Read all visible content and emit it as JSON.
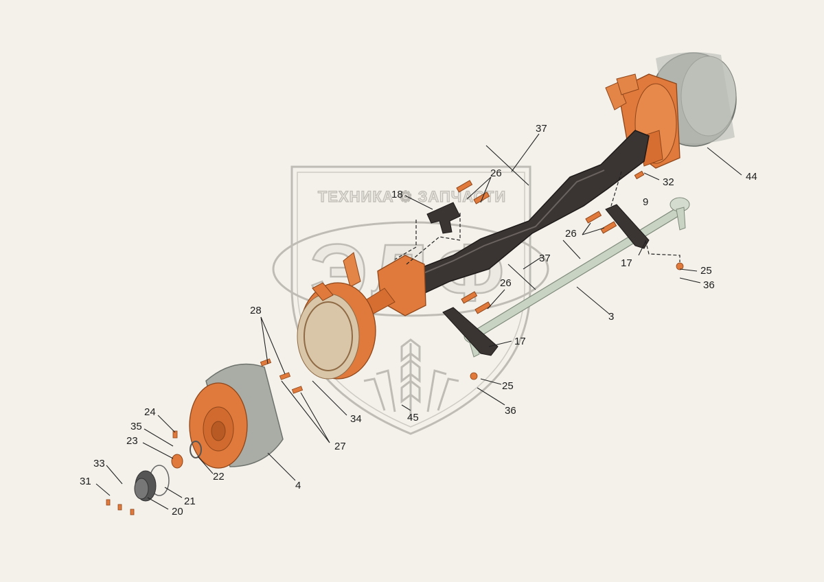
{
  "watermark": {
    "text": "ТЕХНИКА ⚙ ЗАПЧАСТИ",
    "logo_letters": "ЭЛФ"
  },
  "colors": {
    "background": "#f3f1ea",
    "steering_knuckle": "#e07a3c",
    "axle_beam": "#3a3533",
    "brake_drum": "#a9ada6",
    "tie_rod": "#c9d3c4",
    "watermark": "#b9b7b0"
  },
  "callouts": [
    {
      "id": "c37a",
      "label": "37"
    },
    {
      "id": "c26a",
      "label": "26"
    },
    {
      "id": "c18",
      "label": "18"
    },
    {
      "id": "c32",
      "label": "32"
    },
    {
      "id": "c44",
      "label": "44"
    },
    {
      "id": "c9",
      "label": "9"
    },
    {
      "id": "c26b",
      "label": "26"
    },
    {
      "id": "c37b",
      "label": "37"
    },
    {
      "id": "c17a",
      "label": "17"
    },
    {
      "id": "c25a",
      "label": "25"
    },
    {
      "id": "c36a",
      "label": "36"
    },
    {
      "id": "c26c",
      "label": "26"
    },
    {
      "id": "c3",
      "label": "3"
    },
    {
      "id": "c28",
      "label": "28"
    },
    {
      "id": "c17b",
      "label": "17"
    },
    {
      "id": "c25b",
      "label": "25"
    },
    {
      "id": "c36b",
      "label": "36"
    },
    {
      "id": "c34",
      "label": "34"
    },
    {
      "id": "c45",
      "label": "45"
    },
    {
      "id": "c27",
      "label": "27"
    },
    {
      "id": "c24",
      "label": "24"
    },
    {
      "id": "c35",
      "label": "35"
    },
    {
      "id": "c23",
      "label": "23"
    },
    {
      "id": "c22",
      "label": "22"
    },
    {
      "id": "c4",
      "label": "4"
    },
    {
      "id": "c33",
      "label": "33"
    },
    {
      "id": "c31",
      "label": "31"
    },
    {
      "id": "c21",
      "label": "21"
    },
    {
      "id": "c20",
      "label": "20"
    }
  ]
}
